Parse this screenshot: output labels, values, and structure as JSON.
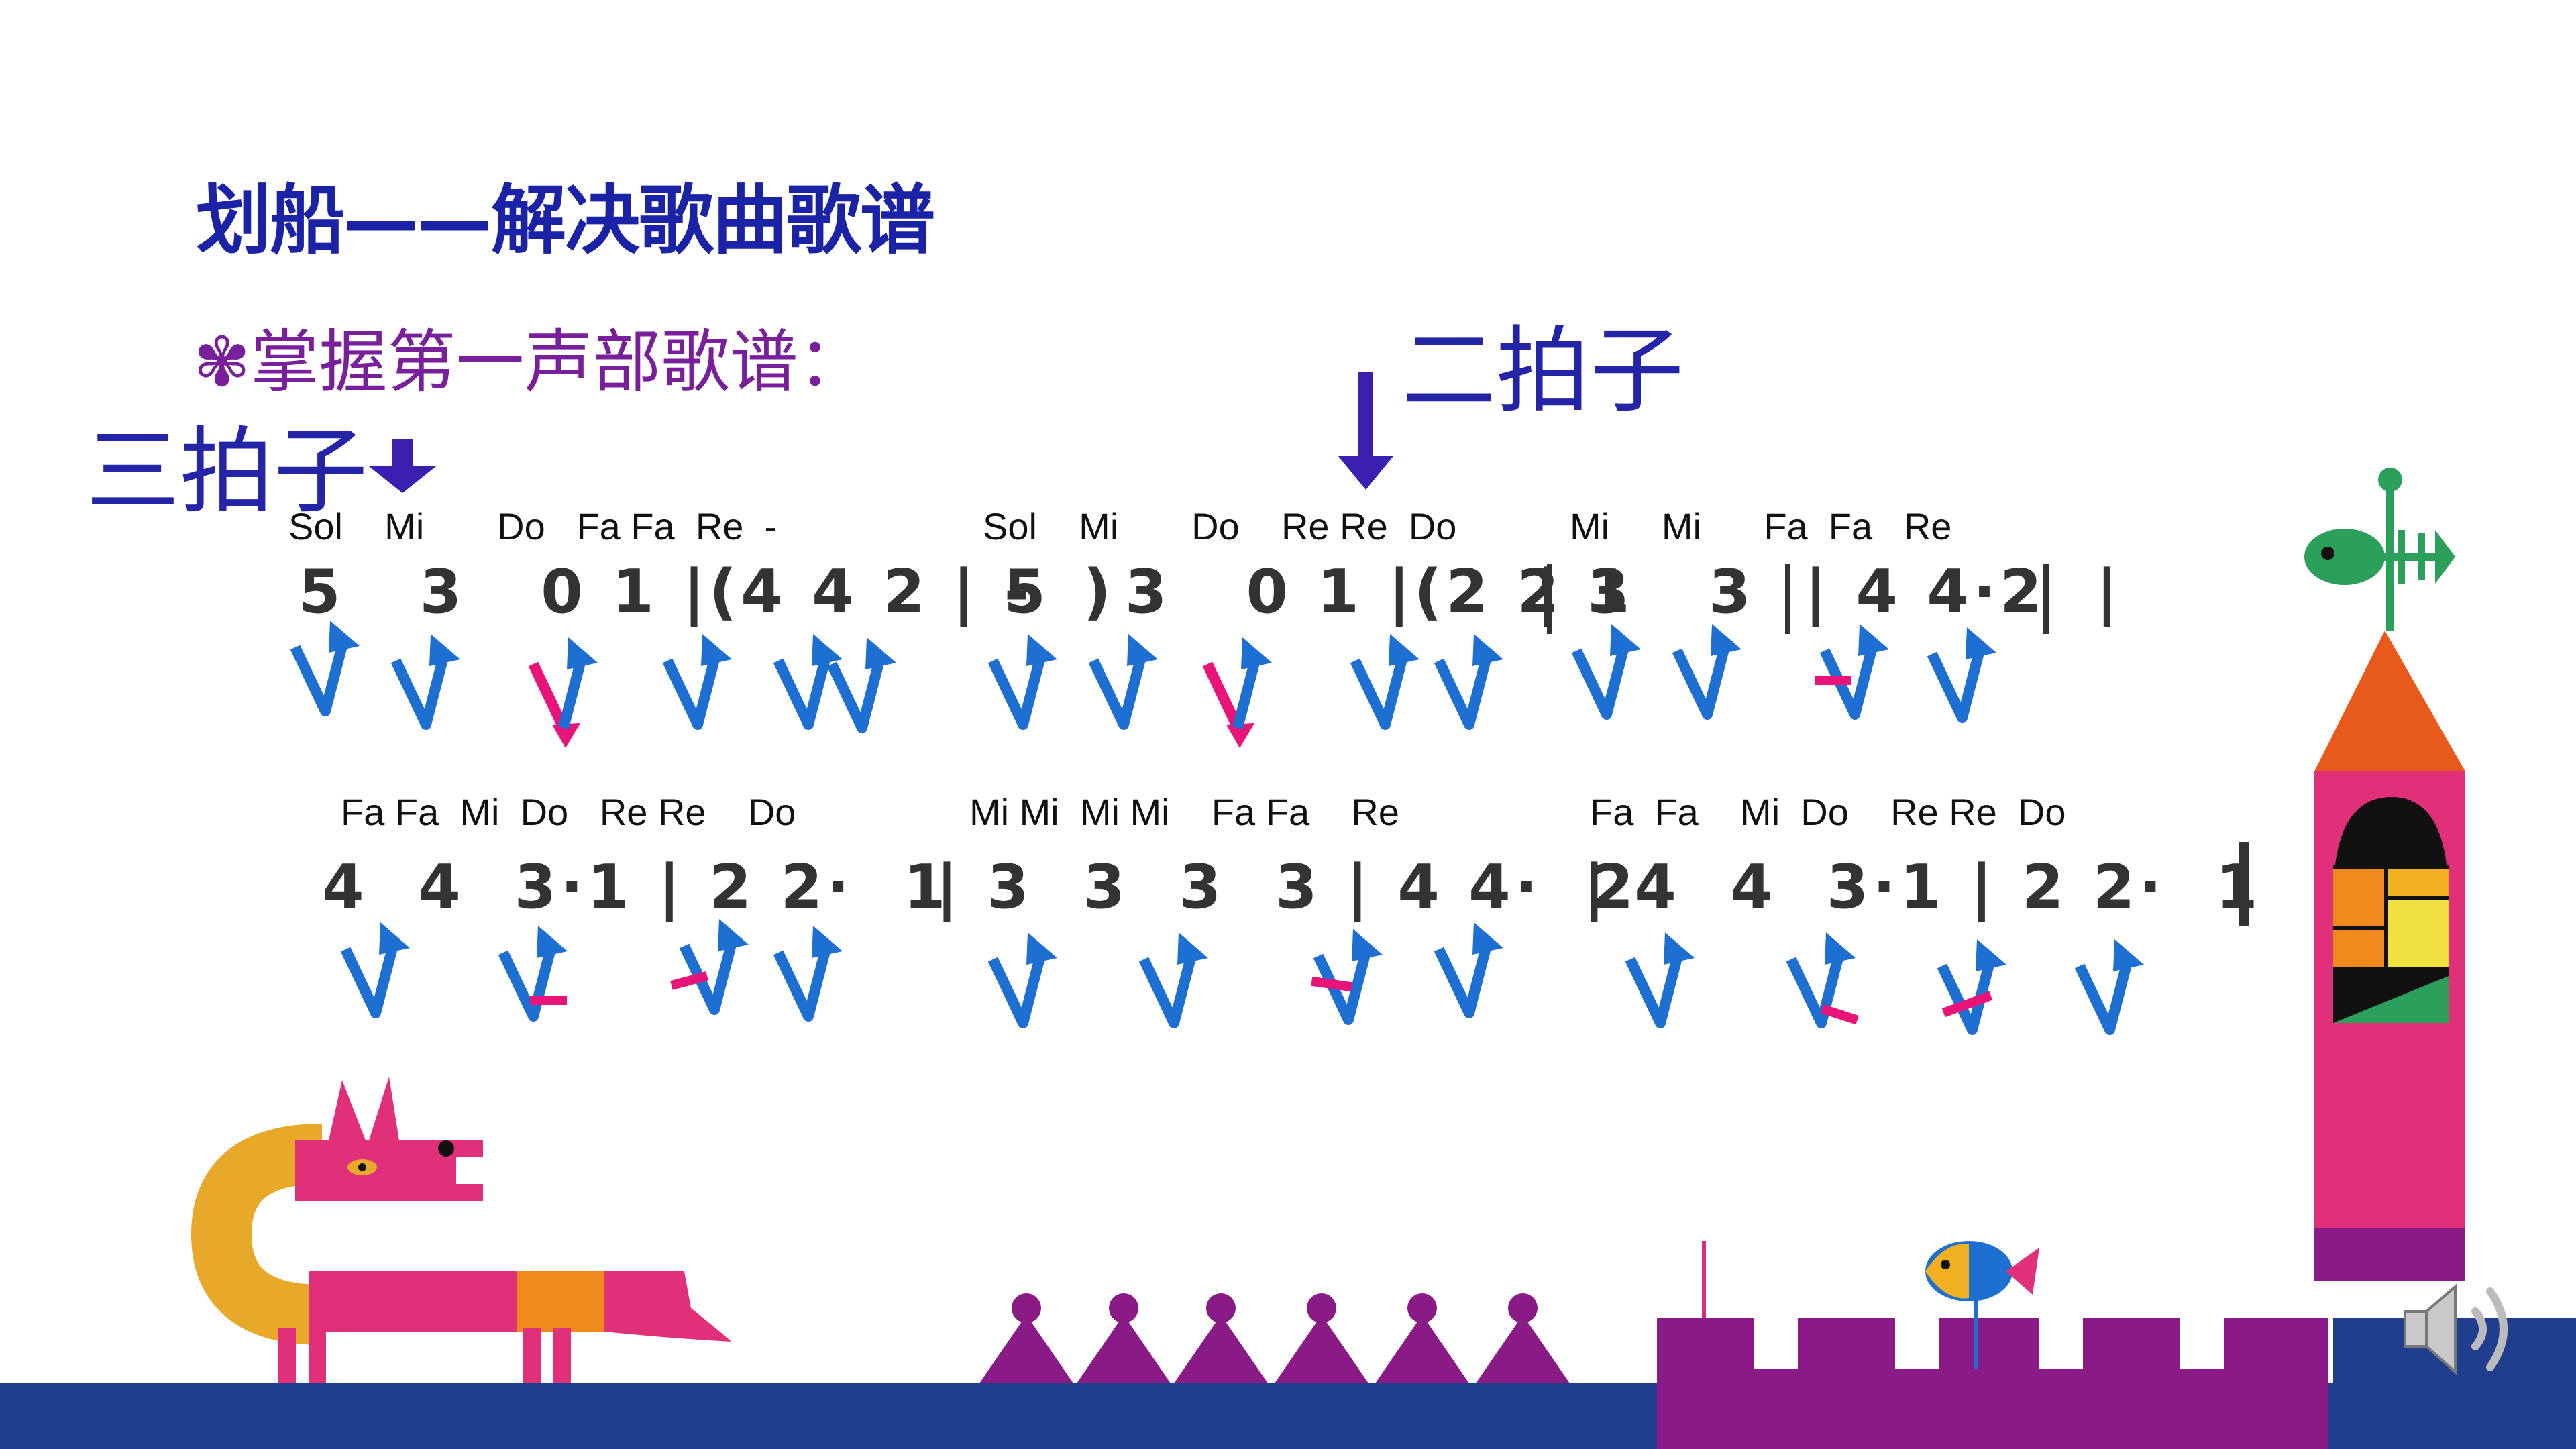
{
  "slide": {
    "title": "划船——解决歌曲歌谱",
    "subtitle_bullet": "✾",
    "subtitle": "掌握第一声部歌谱：",
    "beat_three": "三拍子",
    "beat_two": "二拍子"
  },
  "score": {
    "line1_solfa": [
      {
        "text": "Sol    Mi       Do   Fa Fa  Re  -"
      },
      {
        "text": "Sol    Mi       Do    Re Re  Do"
      },
      {
        "text": "Mi     Mi      Fa  Fa   Re"
      }
    ],
    "line1_notes": [
      {
        "text": "5   3   0 1 |(4 4 2   -  )"
      },
      {
        "text": "| 5   3   0 1 |(2 2 1"
      },
      {
        "text": "| 3   3  | 4 4·2  |"
      }
    ],
    "line2_solfa": [
      {
        "text": "Fa Fa  Mi  Do   Re Re    Do"
      },
      {
        "text": "Mi Mi  Mi Mi    Fa Fa    Re"
      },
      {
        "text": "Fa  Fa    Mi  Do    Re Re  Do"
      }
    ],
    "line2_notes": [
      {
        "text": "4  4  3·1 | 2 2·  1"
      },
      {
        "text": "| 3  3  3  3 | 4 4·  2"
      },
      {
        "text": "| 4  4  3·1 | 2 2·  1    :||"
      }
    ]
  },
  "colors": {
    "title": "#1a22a6",
    "subtitle": "#7a1f9b",
    "arrow_blue": "#1e6fd2",
    "arrow_pink": "#e8147a",
    "ground": "#1f3f8e",
    "tower_pink": "#e0307a",
    "tower_roof": "#e85a1c",
    "castle_purple": "#8a1b86"
  },
  "icons": [
    "down-arrow-icon",
    "speaker-icon",
    "fish-weathervane-icon",
    "fish-icon"
  ]
}
